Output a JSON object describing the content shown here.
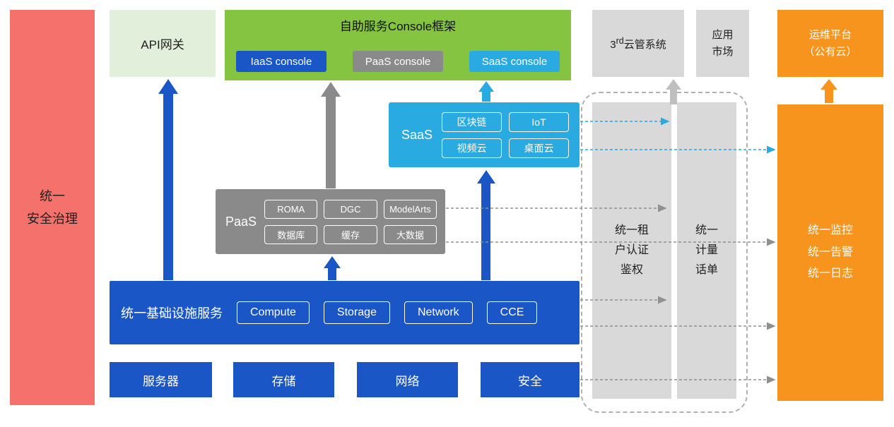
{
  "colors": {
    "blue": "#1A56C5",
    "cyan": "#29ABE2",
    "gray": "#8A8A8A",
    "green": "#84C441",
    "light_green": "#E2EFDA",
    "light_gray": "#D9D9D9",
    "orange": "#F7941E",
    "red": "#F5716C"
  },
  "security_bar": {
    "label": "统一\n安全治理"
  },
  "api_gateway": {
    "label": "API网关"
  },
  "console_frame": {
    "title": "自助服务Console框架",
    "buttons": [
      {
        "label": "IaaS console"
      },
      {
        "label": "PaaS console"
      },
      {
        "label": "SaaS console"
      }
    ]
  },
  "third_party_cloud": {
    "pre": "3",
    "sup": "rd",
    "post": "云管系统"
  },
  "app_market": {
    "label": "应用\n市场"
  },
  "om_platform": {
    "label": "运维平台\n（公有云）"
  },
  "saas": {
    "label": "SaaS",
    "items": [
      "区块链",
      "IoT",
      "视频云",
      "桌面云"
    ]
  },
  "paas": {
    "label": "PaaS",
    "items": [
      "ROMA",
      "DGC",
      "ModelArts",
      "数据库",
      "缓存",
      "大数据"
    ]
  },
  "infrastructure": {
    "label": "统一基础设施服务",
    "items": [
      "Compute",
      "Storage",
      "Network",
      "CCE"
    ]
  },
  "resources": [
    "服务器",
    "存储",
    "网络",
    "安全"
  ],
  "tenant_auth_bar": {
    "label": "统一租\n户认证\n鉴权"
  },
  "metering_bar": {
    "label": "统一\n计量\n话单"
  },
  "monitoring_bar": {
    "label": "统一监控\n统一告警\n统一日志"
  }
}
